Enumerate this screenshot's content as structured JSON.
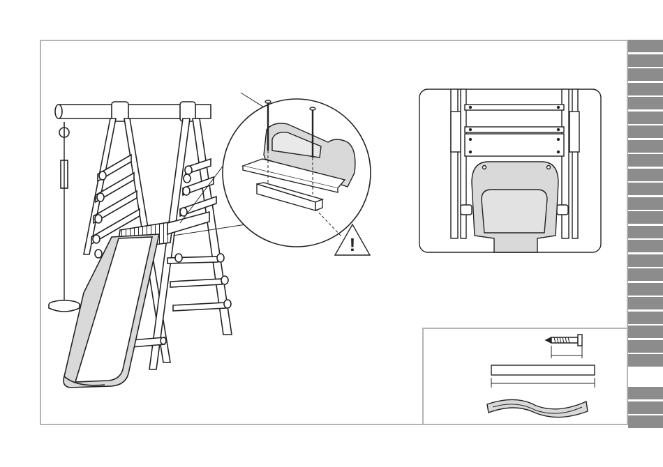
{
  "manual": {
    "warning_symbol": "!",
    "warning_icon": "warning-triangle-icon",
    "tab_color": "#8c8c8c",
    "frame_color": "#b4b4b4",
    "slide_color": "#d9d9d9",
    "parts": [
      {
        "name": "screw",
        "icon": "screw-icon"
      },
      {
        "name": "board",
        "icon": "board-icon"
      },
      {
        "name": "slide-clamp",
        "icon": "slide-clamp-icon"
      }
    ]
  }
}
